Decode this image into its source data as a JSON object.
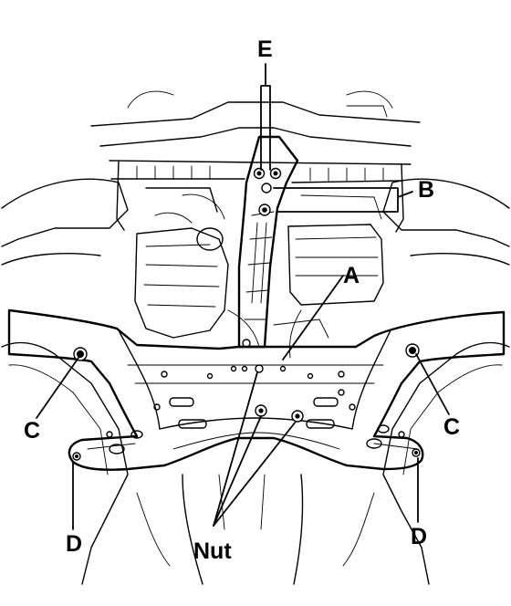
{
  "labels": {
    "e": "E",
    "b": "B",
    "a": "A",
    "c_left": "C",
    "c_right": "C",
    "d_left": "D",
    "d_right": "D",
    "nut": "Nut"
  },
  "colors": {
    "ink": "#000000",
    "paper": "#ffffff"
  }
}
